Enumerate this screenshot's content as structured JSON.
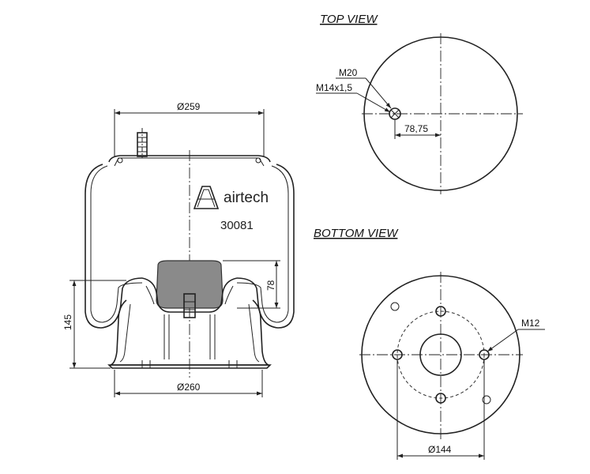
{
  "top_view": {
    "title": "TOP VIEW",
    "labels": {
      "m20": "M20",
      "m14": "M14x1,5",
      "offset": "78,75"
    }
  },
  "bottom_view": {
    "title": "BOTTOM VIEW",
    "labels": {
      "m12": "M12",
      "dia": "Ø144"
    }
  },
  "side_view": {
    "brand": "airtech",
    "part_number": "30081",
    "dims": {
      "top_dia": "Ø259",
      "bottom_dia": "Ø260",
      "height": "145",
      "piston_height": "78"
    }
  }
}
